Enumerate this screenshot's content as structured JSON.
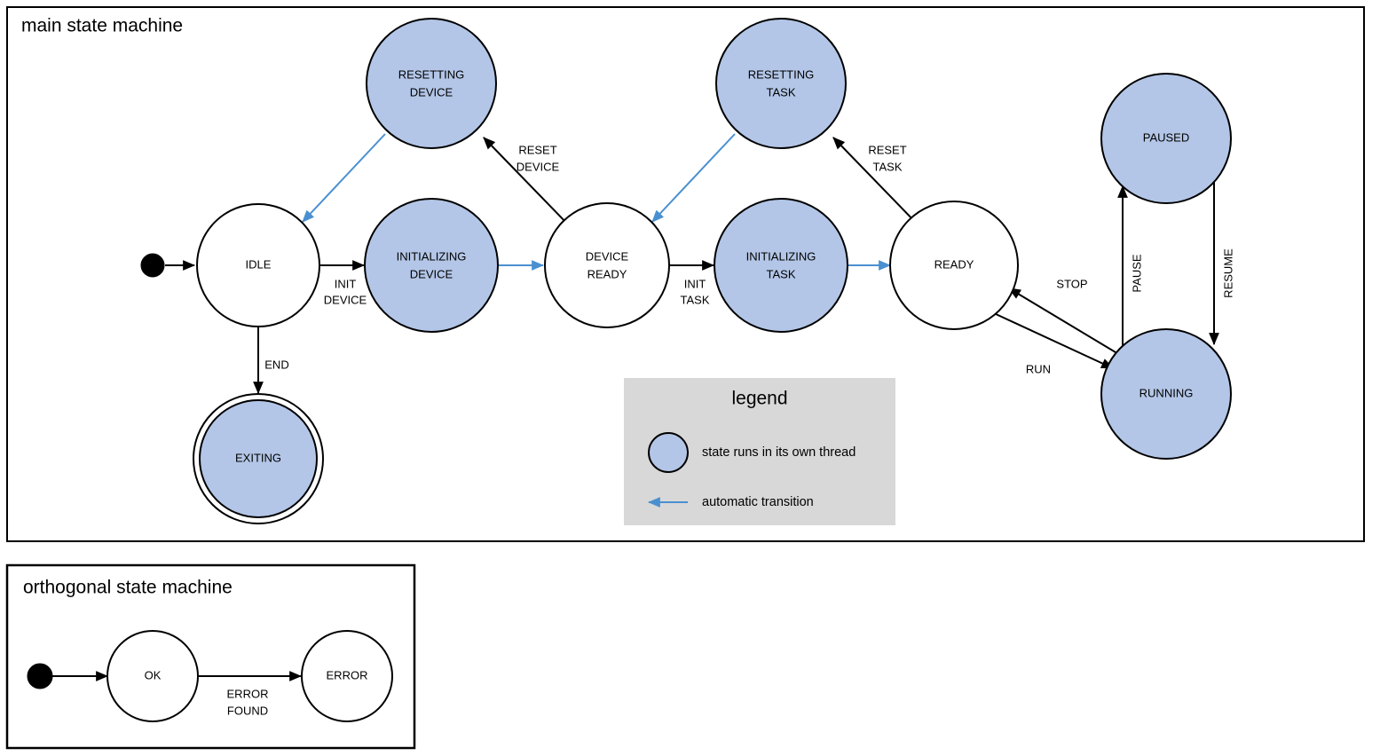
{
  "colors": {
    "thread_state_fill": "#b3c6e7",
    "plain_state_fill": "#ffffff",
    "stroke": "#000000",
    "auto_transition": "#4a90d0",
    "legend_background": "#d8d8d8",
    "page_background": "#ffffff"
  },
  "frames": [
    {
      "id": "main",
      "title": "main state machine"
    },
    {
      "id": "orthogonal",
      "title": "orthogonal state machine"
    }
  ],
  "main": {
    "title": "main state machine",
    "states": [
      {
        "id": "idle",
        "label": "IDLE",
        "line1": "IDLE",
        "line2": "",
        "threaded": false,
        "final": false
      },
      {
        "id": "initializing-device",
        "label": "INITIALIZING DEVICE",
        "line1": "INITIALIZING",
        "line2": "DEVICE",
        "threaded": true,
        "final": false
      },
      {
        "id": "device-ready",
        "label": "DEVICE READY",
        "line1": "DEVICE",
        "line2": "READY",
        "threaded": false,
        "final": false
      },
      {
        "id": "initializing-task",
        "label": "INITIALIZING TASK",
        "line1": "INITIALIZING",
        "line2": "TASK",
        "threaded": true,
        "final": false
      },
      {
        "id": "ready",
        "label": "READY",
        "line1": "READY",
        "line2": "",
        "threaded": false,
        "final": false
      },
      {
        "id": "resetting-device",
        "label": "RESETTING DEVICE",
        "line1": "RESETTING",
        "line2": "DEVICE",
        "threaded": true,
        "final": false
      },
      {
        "id": "resetting-task",
        "label": "RESETTING TASK",
        "line1": "RESETTING",
        "line2": "TASK",
        "threaded": true,
        "final": false
      },
      {
        "id": "paused",
        "label": "PAUSED",
        "line1": "PAUSED",
        "line2": "",
        "threaded": true,
        "final": false
      },
      {
        "id": "running",
        "label": "RUNNING",
        "line1": "RUNNING",
        "line2": "",
        "threaded": true,
        "final": false
      },
      {
        "id": "exiting",
        "label": "EXITING",
        "line1": "EXITING",
        "line2": "",
        "threaded": true,
        "final": true
      }
    ],
    "transitions": [
      {
        "id": "t-start-idle",
        "from": "start",
        "to": "idle",
        "label": "",
        "label2": "",
        "automatic": false
      },
      {
        "id": "t-idle-initdevice",
        "from": "idle",
        "to": "initializing-device",
        "label": "INIT",
        "label2": "DEVICE",
        "automatic": false
      },
      {
        "id": "t-initdevice-ready",
        "from": "initializing-device",
        "to": "device-ready",
        "label": "",
        "label2": "",
        "automatic": true
      },
      {
        "id": "t-deviceready-inittask",
        "from": "device-ready",
        "to": "initializing-task",
        "label": "INIT",
        "label2": "TASK",
        "automatic": false
      },
      {
        "id": "t-inittask-ready",
        "from": "initializing-task",
        "to": "ready",
        "label": "",
        "label2": "",
        "automatic": true
      },
      {
        "id": "t-deviceready-resetdev",
        "from": "device-ready",
        "to": "resetting-device",
        "label": "RESET",
        "label2": "DEVICE",
        "automatic": false
      },
      {
        "id": "t-resetdev-idle",
        "from": "resetting-device",
        "to": "idle",
        "label": "",
        "label2": "",
        "automatic": true
      },
      {
        "id": "t-ready-resettask",
        "from": "ready",
        "to": "resetting-task",
        "label": "RESET",
        "label2": "TASK",
        "automatic": false
      },
      {
        "id": "t-resettask-deviceready",
        "from": "resetting-task",
        "to": "device-ready",
        "label": "",
        "label2": "",
        "automatic": true
      },
      {
        "id": "t-idle-exiting",
        "from": "idle",
        "to": "exiting",
        "label": "END",
        "label2": "",
        "automatic": false
      },
      {
        "id": "t-ready-running",
        "from": "ready",
        "to": "running",
        "label": "RUN",
        "label2": "",
        "automatic": false
      },
      {
        "id": "t-running-ready",
        "from": "running",
        "to": "ready",
        "label": "STOP",
        "label2": "",
        "automatic": false
      },
      {
        "id": "t-running-paused",
        "from": "running",
        "to": "paused",
        "label": "PAUSE",
        "label2": "",
        "automatic": false
      },
      {
        "id": "t-paused-running",
        "from": "paused",
        "to": "running",
        "label": "RESUME",
        "label2": "",
        "automatic": false
      }
    ]
  },
  "orthogonal": {
    "title": "orthogonal state machine",
    "states": [
      {
        "id": "ok",
        "label": "OK",
        "threaded": false,
        "final": false
      },
      {
        "id": "error",
        "label": "ERROR",
        "threaded": false,
        "final": false
      }
    ],
    "transitions": [
      {
        "id": "o-start-ok",
        "from": "start",
        "to": "ok",
        "label": "",
        "label2": "",
        "automatic": false
      },
      {
        "id": "o-ok-error",
        "from": "ok",
        "to": "error",
        "label": "ERROR",
        "label2": "FOUND",
        "automatic": false
      }
    ]
  },
  "legend": {
    "title": "legend",
    "items": [
      {
        "id": "legend-thread",
        "symbol": "filled-circle",
        "text": "state runs in its own thread"
      },
      {
        "id": "legend-auto",
        "symbol": "blue-arrow",
        "text": "automatic transition"
      }
    ]
  }
}
